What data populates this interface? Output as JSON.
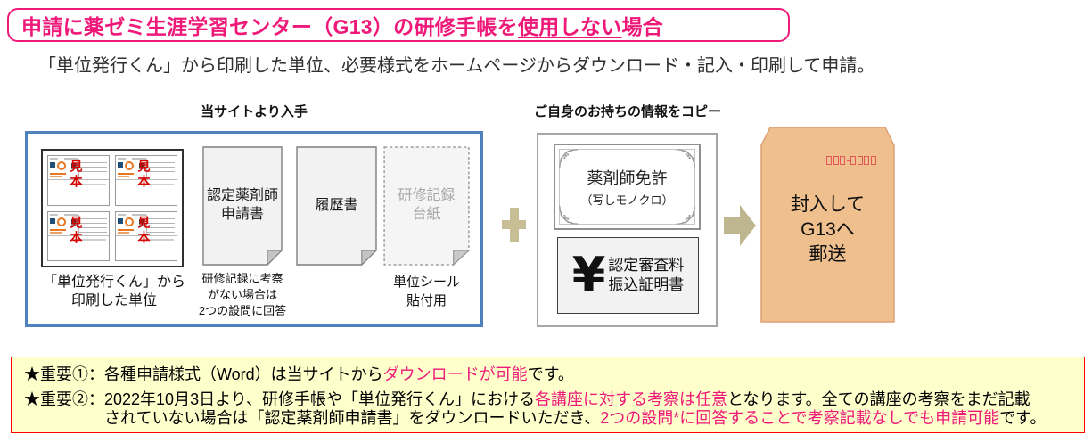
{
  "title": {
    "seg1": "申請に薬ゼミ生涯学習センター（G13）の研修手帳を",
    "seg2_underlined": "使用しない",
    "seg3": "場合"
  },
  "subtitle": "「単位発行くん」から印刷した単位、必要様式をホームページからダウンロード・記入・印刷して申請。",
  "diagram": {
    "source_label": "当サイトより入手",
    "copy_label": "ご自身のお持ちの情報をコピー",
    "sample_stamp": "見本",
    "units_caption_line1": "「単位発行くん」から",
    "units_caption_line2": "印刷した単位",
    "doc_application_line1": "認定薬剤師",
    "doc_application_line2": "申請書",
    "doc_application_caption_line1": "研修記録に考察",
    "doc_application_caption_line2": "がない場合は",
    "doc_application_caption_line3": "2つの設問に回答",
    "doc_resume": "履歴書",
    "doc_record_line1": "研修記録",
    "doc_record_line2": "台紙",
    "doc_record_caption_line1": "単位シール",
    "doc_record_caption_line2": "貼付用",
    "license_title": "薬剤師免許",
    "license_sub": "（写しモノクロ）",
    "yen_symbol": "¥",
    "receipt_line1": "認定審査料",
    "receipt_line2": "振込証明書",
    "envelope_line1": "封入して",
    "envelope_line2": "G13へ",
    "envelope_line3": "郵送"
  },
  "notes": {
    "important1": {
      "label": "★重要①：",
      "seg1": "各種申請様式（Word）は当サイトから",
      "seg2_highlight": "ダウンロードが可能",
      "seg3": "です。"
    },
    "important2": {
      "label": "★重要②：",
      "seg1": "2022年10月3日より、研修手帳や「単位発行くん」における",
      "seg2_highlight": "各講座に対する考察は任意",
      "seg3": "となります。全ての講座の考察をまだ記載",
      "seg4": "されていない場合は「認定薬剤師申請書」をダウンロードいただき、",
      "seg5_highlight": "2つの設問*に回答することで考察記載なしでも申請可能",
      "seg6": "です。"
    }
  },
  "colors": {
    "accent_pink": "#EE1978",
    "box_blue": "#4F81BD",
    "tan": "#C7BE95",
    "envelope_fill": "#EFC08E",
    "envelope_border": "#DD9F72",
    "note_bg": "#FFFFCC",
    "note_border": "#FF0000",
    "sample_red": "#D40000",
    "postal_red": "#E05858",
    "doc_fill": "#F2F2F2",
    "gray_border": "#A6A6A6"
  }
}
